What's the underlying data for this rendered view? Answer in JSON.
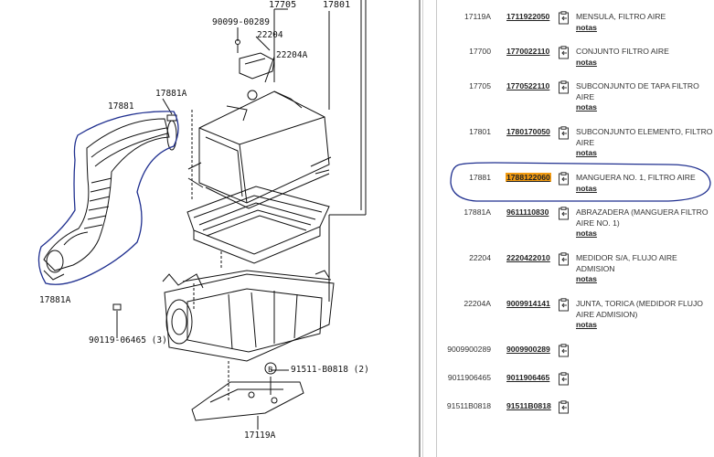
{
  "diagram": {
    "labels": {
      "l17705": "17705",
      "l17801": "17801",
      "l90099": "90099-00289",
      "l22204": "22204",
      "l22204A": "22204A",
      "l17881": "17881",
      "l17881A_top": "17881A",
      "l17881A_bot": "17881A",
      "l90119": "90119-06465 (3)",
      "lB": "B",
      "l91511": "91511-B0818 (2)",
      "l17119A": "17119A"
    }
  },
  "parts": [
    {
      "ref": "17119A",
      "pn": "1711922050",
      "desc": "MENSULA, FILTRO AIRE",
      "notas": "notas"
    },
    {
      "ref": "17700",
      "pn": "1770022110",
      "desc": "CONJUNTO FILTRO AIRE",
      "notas": "notas"
    },
    {
      "ref": "17705",
      "pn": "1770522110",
      "desc": "SUBCONJUNTO DE TAPA FILTRO AIRE",
      "notas": "notas"
    },
    {
      "ref": "17801",
      "pn": "1780170050",
      "desc": "SUBCONJUNTO ELEMENTO, FILTRO AIRE",
      "notas": "notas"
    },
    {
      "ref": "17881",
      "pn": "1788122060",
      "desc": "MANGUERA NO. 1, FILTRO AIRE",
      "notas": "notas"
    },
    {
      "ref": "17881A",
      "pn": "9611110830",
      "desc": "ABRAZADERA (MANGUERA FILTRO AIRE NO. 1)",
      "notas": "notas"
    },
    {
      "ref": "22204",
      "pn": "2220422010",
      "desc": "MEDIDOR S/A, FLUJO AIRE ADMISION",
      "notas": "notas"
    },
    {
      "ref": "22204A",
      "pn": "9009914141",
      "desc": "JUNTA, TORICA (MEDIDOR FLUJO AIRE ADMISION)",
      "notas": "notas"
    },
    {
      "ref": "9009900289",
      "pn": "9009900289",
      "desc": "",
      "notas": ""
    },
    {
      "ref": "9011906465",
      "pn": "9011906465",
      "desc": "",
      "notas": ""
    },
    {
      "ref": "91511B0818",
      "pn": "91511B0818",
      "desc": "",
      "notas": ""
    }
  ],
  "colors": {
    "highlight": "#f39c12",
    "annotation": "#1f2f8f"
  },
  "icons": {
    "row_icon": "clipboard-arrow-icon"
  }
}
